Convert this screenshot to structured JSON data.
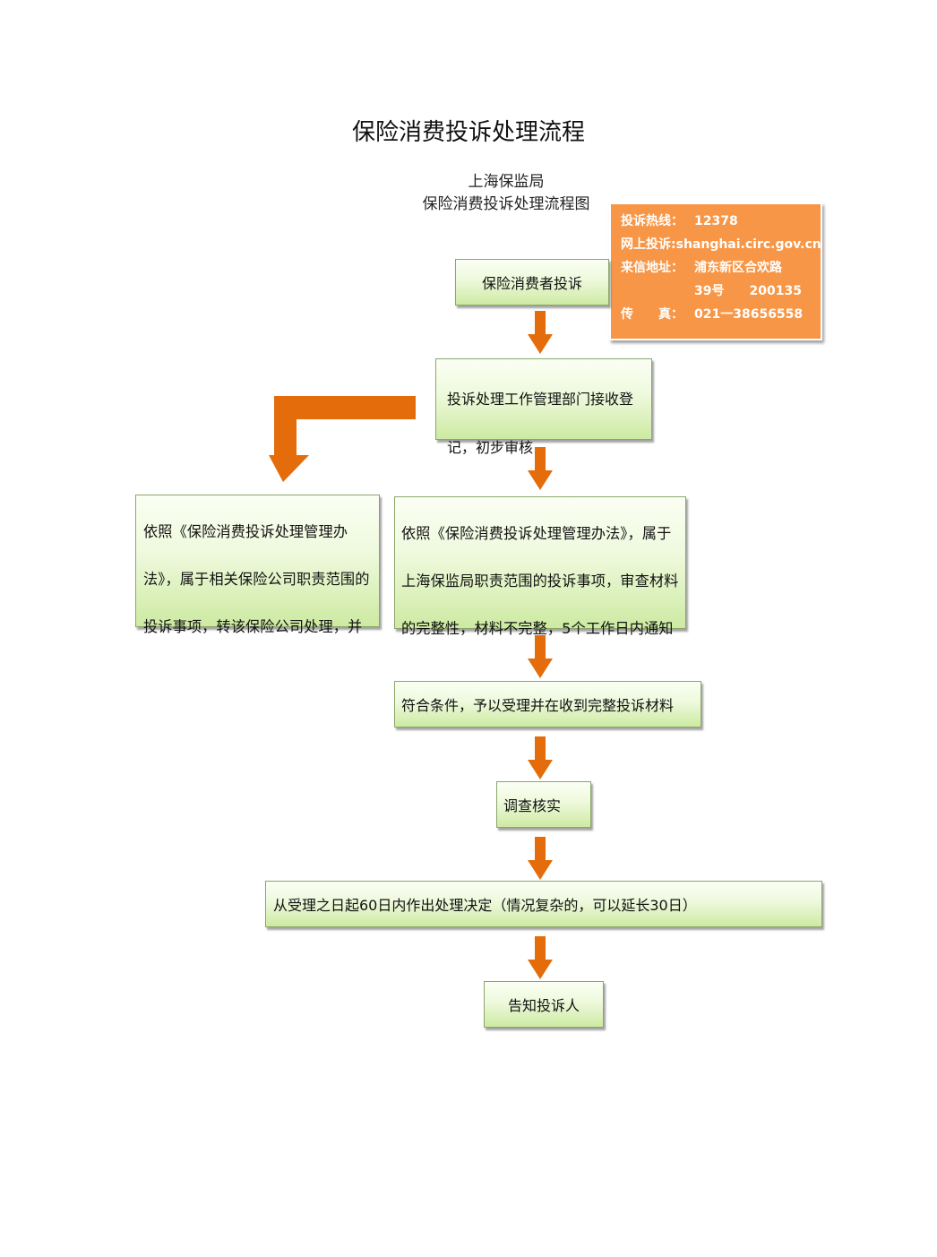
{
  "title": "保险消费投诉处理流程",
  "subtitle": {
    "line1": "上海保监局",
    "line2": "保险消费投诉处理流程图"
  },
  "contact": {
    "hotline_label": "投诉热线：",
    "hotline_value": "12378",
    "online_label": "网上投诉:",
    "online_value": "shanghai.circ.gov.cn",
    "mail_label": "来信地址：",
    "mail_value_line1": "浦东新区合欢路",
    "mail_value_line2": "39号　　200135",
    "fax_label": "传　　真：",
    "fax_value": "021一38656558"
  },
  "steps": {
    "complaint": "保险消费者投诉",
    "register": "投诉处理工作管理部门接收登记，初步审核",
    "transfer": "依照《保险消费投诉处理管理办法》，属于相关保险公司职责范围的投诉事项，转该保险公司处理，并",
    "review": "依照《保险消费投诉处理管理办法》，属于上海保监局职责范围的投诉事项，审查材料的完整性，材料不完整，5个工作日内通知",
    "accept": "符合条件，予以受理并在收到完整投诉材料",
    "investigate": "调查核实",
    "decision": "从受理之日起60日内作出处理决定（情况复杂的，可以延长30日）",
    "notify": "告知投诉人"
  },
  "colors": {
    "arrow": "#e46c0a",
    "contact_bg": "#f79646",
    "box_border": "#8aa66a"
  }
}
